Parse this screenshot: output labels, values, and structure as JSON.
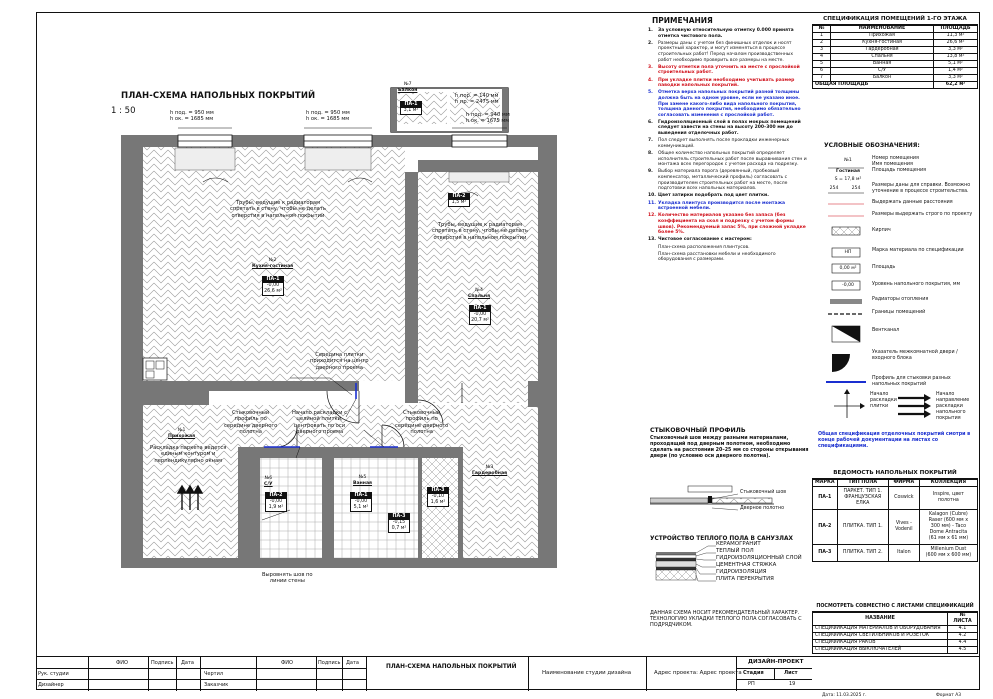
{
  "plan": {
    "title": "ПЛАН-СХЕМА НАПОЛЬНЫХ ПОКРЫТИЙ",
    "scale": "1 : 50",
    "windows": [
      {
        "h1": "h под. = 950 мм",
        "h2": "h ок. = 1685 мм"
      },
      {
        "h1": "h под. = 950 мм",
        "h2": "h ок. = 1685 мм"
      },
      {
        "h1": "h пор. = 140 мм",
        "h2": "h пр. = 2475 мм"
      },
      {
        "h1": "h под. = 940 мм",
        "h2": "h ок. = 1675 мм"
      }
    ],
    "rooms": {
      "balcony": {
        "no": "№7",
        "name": "Балкон",
        "code": "ПА-1",
        "area": "3,1 м²"
      },
      "living": {
        "no": "№2",
        "name": "Кухня-гостиная",
        "code": "ПА-1",
        "level": "-0,00",
        "area": "26,6 м²"
      },
      "bedroom": {
        "no": "№4",
        "name": "Спальня",
        "code": "ПА-1",
        "level": "-0,00",
        "area": "20,7 м²"
      },
      "hall": {
        "no": "№1",
        "name": "Прихожая"
      },
      "wardrobe": {
        "no": "№3",
        "name": "Гардеробная"
      },
      "bath": {
        "no": "№5",
        "name": "Ванная",
        "code": "ПА-1",
        "level": "-0,00",
        "area": "5,1 м²"
      },
      "wc": {
        "no": "№6",
        "name": "С/У",
        "code": "ПА-2",
        "level": "-0,00",
        "area": "1,9 м²"
      },
      "bedroom_secondary": {
        "code": "ПА-2",
        "area": "1,5 м²"
      },
      "bath_secondary": {
        "code": "ПА-3",
        "level": "-0,10",
        "area": "1,6 м²"
      },
      "bath_tertiary": {
        "code": "ПА-3",
        "level": "-0,15",
        "area": "0,7 м²"
      }
    },
    "callouts": {
      "pipes_left": "Трубы, ведущие к радиаторам\nспрятать в стену, чтобы не делать\nотверстия в напольном покрытии",
      "pipes_right": "Трубы, ведущие к радиаторам\nспрятать в стену, чтобы не делать\nотверстия в напольном покрытии",
      "tile_center": "Середина плитки\nприходится на центр\nдверного проема",
      "profile_left": "Стыковочный\nпрофиль по\nсередине дверного\nполотна",
      "tile_start": "Начало раскладки с\nцелиной плитки,\nцентровать по оси\nдверного проема",
      "profile_right": "Стыковочный\nпрофиль по\nсередине дверного\nполотна",
      "parquet": "Раскладка паркета ведется\nединым контуром и\nперпендикулярно окнам",
      "niche": "Выровнять шов по\nлинии стены"
    }
  },
  "notes": {
    "title": "ПРИМЕЧАНИЯ",
    "items": [
      {
        "n": "1.",
        "text": "За условную относительную отметку 0.000 принята отметка чистового пола.",
        "style": "b"
      },
      {
        "n": "2.",
        "text": "Размеры даны с учетом без финишных отделок и носят проектный характер, и могут изменяться в процессе строительных работ! Перед началом производственных работ необходимо проверить все размеры на месте.",
        "style": ""
      },
      {
        "n": "3.",
        "text": "Высоту отметки пола уточнить на месте с прослойкой строительных работ.",
        "style": "red"
      },
      {
        "n": "4.",
        "text": "При укладке плитки необходимо учитывать размер паводки напольных покрытий.",
        "style": "red"
      },
      {
        "n": "5.",
        "text": "Отметка верха напольных покрытий разной толщины должна быть на одном уровне, если не указано иное. При замене какого-либо вида напольного покрытия, толщина данного покрытия, необходимо обязательно согласовать изменения с прослойкой работ.",
        "style": "blue"
      },
      {
        "n": "6.",
        "text": "Гидроизоляционный слой в полах мокрых помещений следует завести на стены на высоту 200–300 мм до выведения отделочных работ.",
        "style": "b"
      },
      {
        "n": "7.",
        "text": "Пол следует выполнять после прокладки инженерных коммуникаций.",
        "style": ""
      },
      {
        "n": "8.",
        "text": "Общее количество напольных покрытий определяет исполнитель строительных работ после выравнивания стен и монтажа всех перегородок с учетом расхода на подрезку.",
        "style": ""
      },
      {
        "n": "9.",
        "text": "Выбор материала порога (деревянный, пробковый компенсатор, металлический профиль) согласовать с производителем строительных работ на месте, после подготовки всех напольных материалов.",
        "style": ""
      },
      {
        "n": "10.",
        "text": "Цвет затирки подобрать под цвет плитки.",
        "style": "b"
      },
      {
        "n": "11.",
        "text": "Укладка плинтуса производится после монтажа встроенной мебели.",
        "style": "blue"
      },
      {
        "n": "12.",
        "text": "Количество материалов указано без запаса (без коэффициента на скол и подрезку с учетом формы швов). Рекомендуемый запас 5%, при сложной укладке более 5%.",
        "style": "red"
      },
      {
        "n": "13.",
        "text": "Чистовое согласование с мастером:",
        "style": "b"
      },
      {
        "n": "",
        "text": "План-схема расположения плинтусов.",
        "style": ""
      },
      {
        "n": "",
        "text": "План-схема расстановки мебели и необходимого оборудования с размерами.",
        "style": ""
      }
    ]
  },
  "profile": {
    "title": "СТЫКОВОЧНЫЙ ПРОФИЛЬ",
    "text": "Стыковочный шов между разными материалами, проходящий под дверным полотном, необходимо сделать на расстоянии 20–25 мм со стороны открывания двери (по условию оси дверного полотна).",
    "cap1": "Стыковочный шов",
    "cap2": "Дверное полотно"
  },
  "heated": {
    "title": "УСТРОЙСТВО ТЕПЛОГО ПОЛА В САНУЗЛАХ",
    "layers": [
      "КЕРАМОГРАНИТ",
      "ТЕПЛЫЙ ПОЛ",
      "ГИДРОИЗОЛЯЦИОННЫЙ СЛОЙ",
      "ЦЕМЕНТНАЯ СТЯЖКА",
      "ГИДРОИЗОЛЯЦИЯ",
      "ПЛИТА ПЕРЕКРЫТИЯ"
    ],
    "note": "ДАННАЯ СХЕМА НОСИТ РЕКОМЕНДАТЕЛЬНЫЙ ХАРАКТЕР. ТЕХНОЛОГИЮ УКЛАДКИ ТЕПЛОГО ПОЛА СОГЛАСОВАТЬ С ПОДРЯДЧИКОМ."
  },
  "rooms_spec": {
    "title": "СПЕЦИФИКАЦИЯ ПОМЕЩЕНИЙ 1-ГО ЭТАЖА",
    "headers": [
      "№",
      "НАИМЕНОВАНИЕ",
      "ПЛОЩАДЬ"
    ],
    "rows": [
      [
        "1",
        "Прихожая",
        "11,3 м²"
      ],
      [
        "2",
        "Кухня-гостиная",
        "26,6 м²"
      ],
      [
        "3",
        "Гардеробная",
        "3,3 м²"
      ],
      [
        "4",
        "Спальня",
        "13,8 м²"
      ],
      [
        "5",
        "Ванная",
        "5,1 м²"
      ],
      [
        "6",
        "С/У",
        "1,4 м²"
      ],
      [
        "7",
        "Балкон",
        "3,3 м²"
      ]
    ],
    "total_label": "ОБЩАЯ ПЛОЩАДЬ",
    "total_value": "62,2 м²"
  },
  "legend": {
    "title": "УСЛОВНЫЕ ОБОЗНАЧЕНИЯ:",
    "room_no": "№1",
    "room_name": "Гостиная",
    "room_area": "S = 17,8 м²",
    "dim_a": "254",
    "dim_b": "254",
    "code_sym": "НП",
    "area_sym": "0,00 м²",
    "level_sym": "-0,00",
    "items": [
      "Номер помещения\nИмя помещения\nПлощадь помещения",
      "Размеры даны для справки. Возможно\nуточнение в процессе строительства.",
      "Выдержать данные расстояния",
      "Размеры выдержать строго по проекту",
      "Кирпич",
      "Марка материала по спецификации",
      "Площадь",
      "Уровень напольного покрытия, мм",
      "Радиаторы отопления",
      "Границы помещений",
      "Вентканал",
      "Указатель межкомнатной двери /\nвходного блока",
      "Профиль для стыковки разных\nнапольных покрытий",
      "Начало\nраскладки\nплитки",
      "Начало\nнаправление\nраскладки\nнапольного\nпокрытия"
    ],
    "note": "Общая спецификация отделочных покрытий смотри в конце рабочей документации на листах со спецификациями."
  },
  "finish": {
    "title": "ВЕДОМОСТЬ НАПОЛЬНЫХ ПОКРЫТИЙ",
    "headers": [
      "МАРКА",
      "ТИП ПОЛА",
      "ФИРМА",
      "КОЛЛЕКЦИЯ"
    ],
    "rows": [
      [
        "ПА-1",
        "ПАРКЕТ. ТИП 1.\nФРАНЦУЗСКАЯ\nЕЛКА",
        "Coswick",
        "Inspire, цвет\nполотна"
      ],
      [
        "ПА-2",
        "ПЛИТКА. ТИП 1.",
        "Vives -\nVodenil",
        "Kalagon (Cubre)\nRaser (600 мм x\n300 мм) - Taco\nDome Antracita\n(61 мм x 61 мм)"
      ],
      [
        "ПА-3",
        "ПЛИТКА. ТИП 2.",
        "Italon",
        "Millenium Dust\n(600 мм x 600 мм)"
      ]
    ]
  },
  "sheets": {
    "title": "ПОСМОТРЕТЬ СОВМЕСТНО С ЛИСТАМИ СПЕЦИФИКАЦИЙ",
    "headers": [
      "НАЗВАНИЕ",
      "№ ЛИСТА"
    ],
    "rows": [
      [
        "СПЕЦИФИКАЦИЯ МАТЕРИАЛОВ И ОБОРУДОВАНИЯ",
        "4.1"
      ],
      [
        "СПЕЦИФИКАЦИЯ СВЕТИЛЬНИКОВ И РОЗЕТОК",
        "4.2"
      ],
      [
        "СПЕЦИФИКАЦИЯ РАКОВ",
        "4.4"
      ],
      [
        "СПЕЦИФИКАЦИЯ ВЫКЛЮЧАТЕЛЕЙ",
        "4.5"
      ]
    ]
  },
  "titleblock": {
    "col_fio": "ФИО",
    "col_sign": "Подпись",
    "col_date": "Дата",
    "row1": "Рук. студии",
    "row2": "Дизайнер",
    "col_fio2": "ФИО",
    "col_sign2": "Подпись",
    "col_date2": "Дата",
    "row3": "Чертил",
    "row4": "Заказчик",
    "sheet_name": "ПЛАН-СХЕМА НАПОЛЬНЫХ ПОКРЫТИЙ",
    "studio": "Наименование студии дизайна",
    "address": "Адрес проекта: Адрес проекта",
    "project": "ДИЗАЙН-ПРОЕКТ",
    "stage_label": "Стадия",
    "sheet_label": "Лист",
    "stage": "РП",
    "sheet": "19",
    "date": "Дата: 11.03.2025 г.",
    "format": "Формат А3"
  }
}
